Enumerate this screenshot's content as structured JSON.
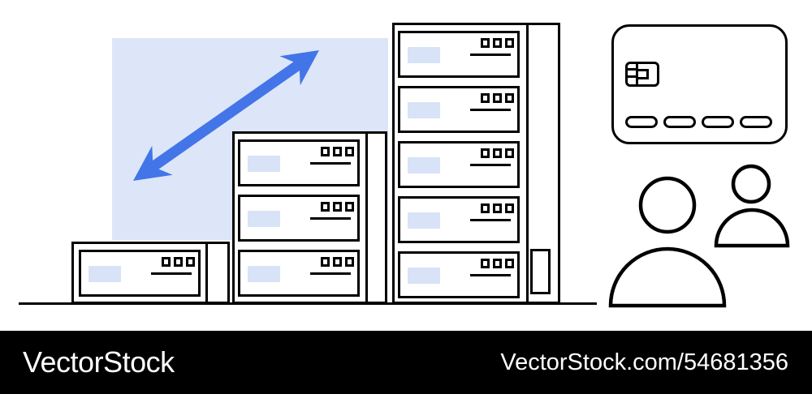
{
  "page": {
    "type": "stock-image-preview"
  },
  "illustration": {
    "alt": "Ascending server racks with blue growth arrow, credit card and two user figures",
    "colors": {
      "arrow_blue": "#4375E9",
      "background_blue": "#DCE6F8",
      "panel_label_blue": "#D8E3F7",
      "outline": "#000000",
      "footer_bg": "#000000",
      "footer_text": "#FFFFFF"
    },
    "server_racks": [
      {
        "name": "single-unit-rack",
        "panel_count": 1
      },
      {
        "name": "three-unit-rack",
        "panel_count": 3
      },
      {
        "name": "five-unit-rack",
        "panel_count": 5
      }
    ],
    "icons": [
      {
        "name": "growth-arrow-icon"
      },
      {
        "name": "credit-card-icon"
      },
      {
        "name": "users-icon"
      }
    ]
  },
  "footer": {
    "brand": "VectorStock",
    "attribution": "VectorStock.com/54681356"
  }
}
